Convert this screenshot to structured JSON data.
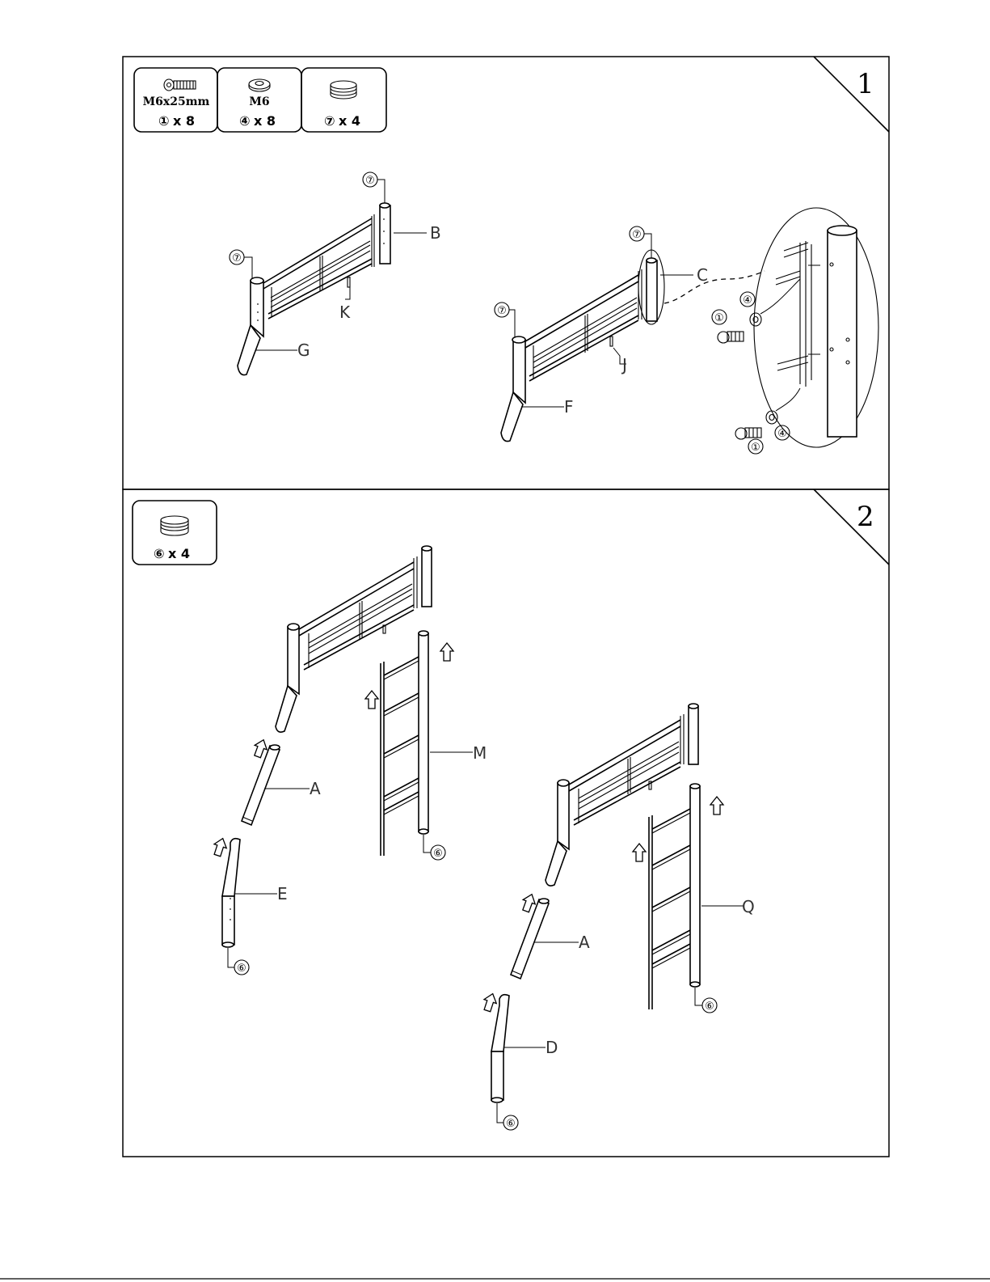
{
  "steps": [
    {
      "number": "1",
      "hardware": [
        {
          "spec": "M6x25mm",
          "ref": "①",
          "qty": "x 8",
          "icon": "bolt-icon"
        },
        {
          "spec": "M6",
          "ref": "④",
          "qty": "x 8",
          "icon": "washer-icon"
        },
        {
          "spec": "",
          "ref": "⑦",
          "qty": "x 4",
          "icon": "end-cap-icon"
        }
      ],
      "labels": {
        "b": "B",
        "k": "K",
        "g": "G",
        "c": "C",
        "j": "J",
        "f": "F"
      },
      "callouts": {
        "cap": "⑦",
        "bolt": "①",
        "washer": "④"
      }
    },
    {
      "number": "2",
      "hardware": [
        {
          "spec": "",
          "ref": "⑥",
          "qty": "x 4",
          "icon": "foot-cap-icon"
        }
      ],
      "labels": {
        "a": "A",
        "e": "E",
        "m": "M",
        "d": "D",
        "q": "Q"
      },
      "callouts": {
        "foot": "⑥"
      }
    }
  ]
}
